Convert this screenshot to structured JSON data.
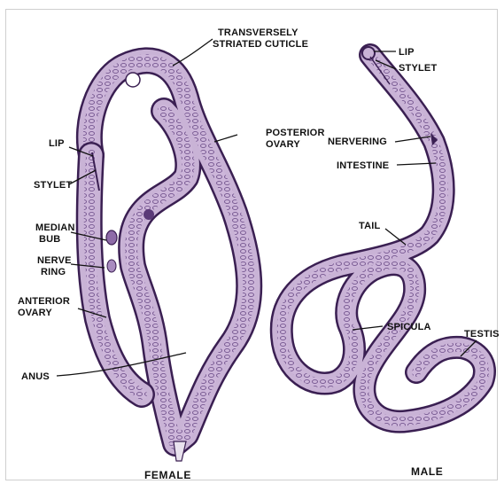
{
  "colors": {
    "body_fill": "#c9b3d6",
    "body_outline": "#3a1f52",
    "gut": "#8e6ba8",
    "cells": "#6a4a86"
  },
  "female": {
    "caption": "FEMALE",
    "labels": {
      "cuticle_1": "TRANSVERSELY",
      "cuticle_2": "STRIATED CUTICLE",
      "ovary_post_1": "POSTERIOR",
      "ovary_post_2": "OVARY",
      "lip": "LIP",
      "stylet": "STYLET",
      "median_1": "MEDIAN",
      "median_2": "BUB",
      "nerve_1": "NERVE",
      "nerve_2": "RING",
      "ovary_ant_1": "ANTERIOR",
      "ovary_ant_2": "OVARY",
      "anus": "ANUS"
    }
  },
  "male": {
    "caption": "MALE",
    "labels": {
      "lip": "LIP",
      "stylet": "STYLET",
      "nervering": "NERVERING",
      "intestine": "INTESTINE",
      "tail": "TAIL",
      "spicula": "SPICULA",
      "testis": "TESTIS"
    }
  }
}
